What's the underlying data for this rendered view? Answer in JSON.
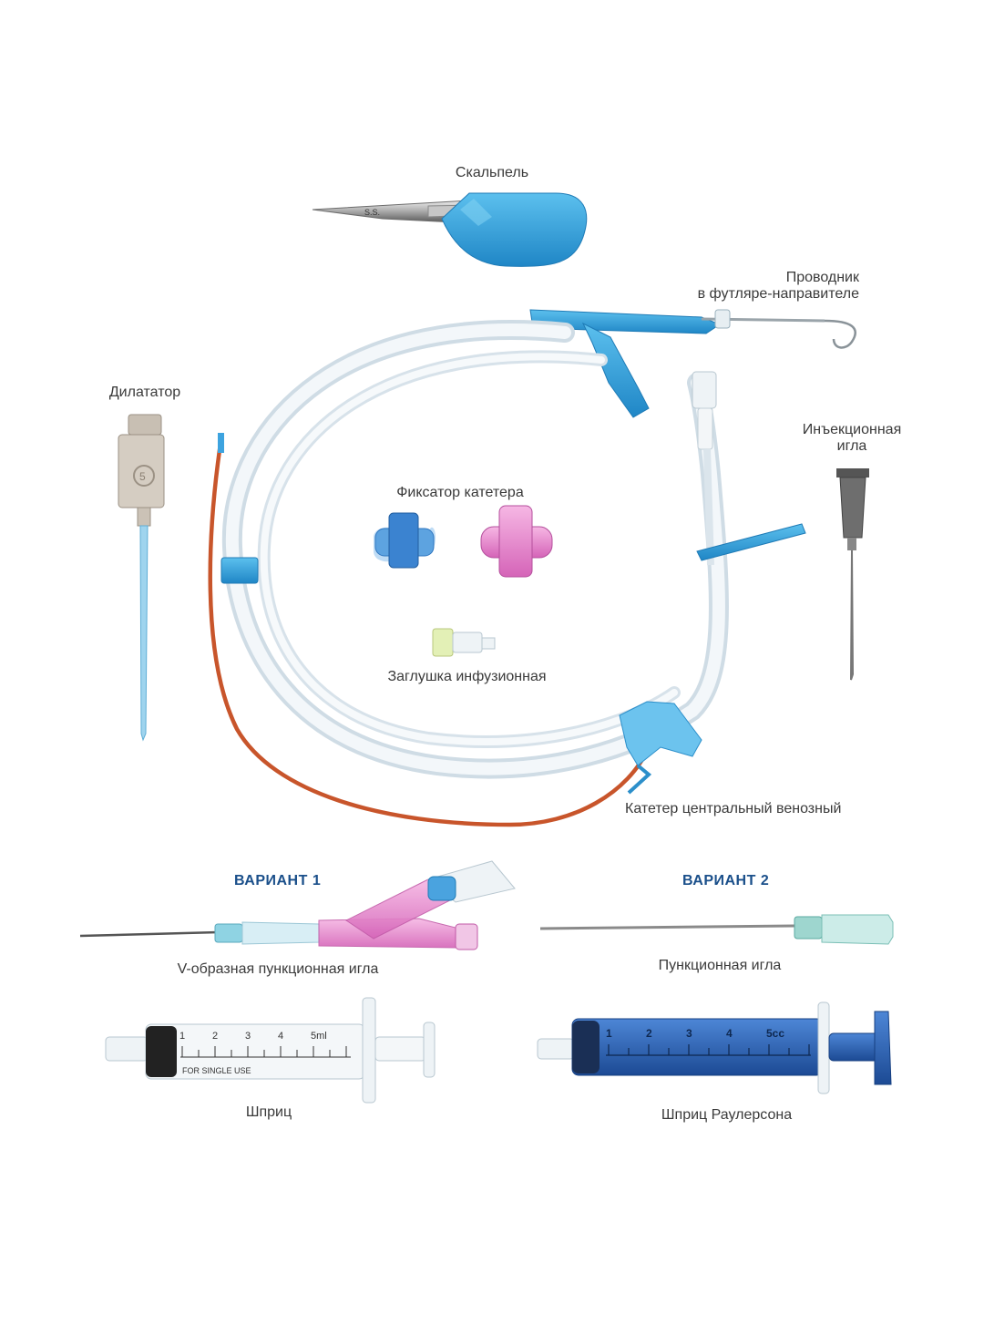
{
  "labels": {
    "scalpel": "Скальпель",
    "guidewire_line1": "Проводник",
    "guidewire_line2": "в футляре-направителе",
    "dilator": "Дилататор",
    "injection_needle_line1": "Инъекционная",
    "injection_needle_line2": "игла",
    "catheter_clamp": "Фиксатор катетера",
    "infusion_cap": "Заглушка инфузионная",
    "cvc": "Катетер центральный венозный",
    "v_needle": "V-образная пункционная игла",
    "puncture_needle": "Пункционная игла",
    "syringe": "Шприц",
    "raulerson_syringe": "Шприц Раулерсона"
  },
  "variants": {
    "v1": "ВАРИАНТ 1",
    "v2": "ВАРИАНТ 2"
  },
  "item_marks": {
    "scalpel_blade_text": "S.S.",
    "dilator_size": "5",
    "syringe_scale": [
      "1",
      "2",
      "3",
      "4",
      "5ml"
    ],
    "syringe_print": "FOR SINGLE USE",
    "raulerson_scale": [
      "1",
      "2",
      "3",
      "4",
      "5cc"
    ]
  },
  "colors": {
    "accent_blue": "#2f9fd8",
    "variant_blue": "#1a4f8a",
    "clamp_pink": "#d98ad6",
    "catheter_orange": "#c8552b",
    "dark_blue_syringe": "#2a5fb0"
  }
}
